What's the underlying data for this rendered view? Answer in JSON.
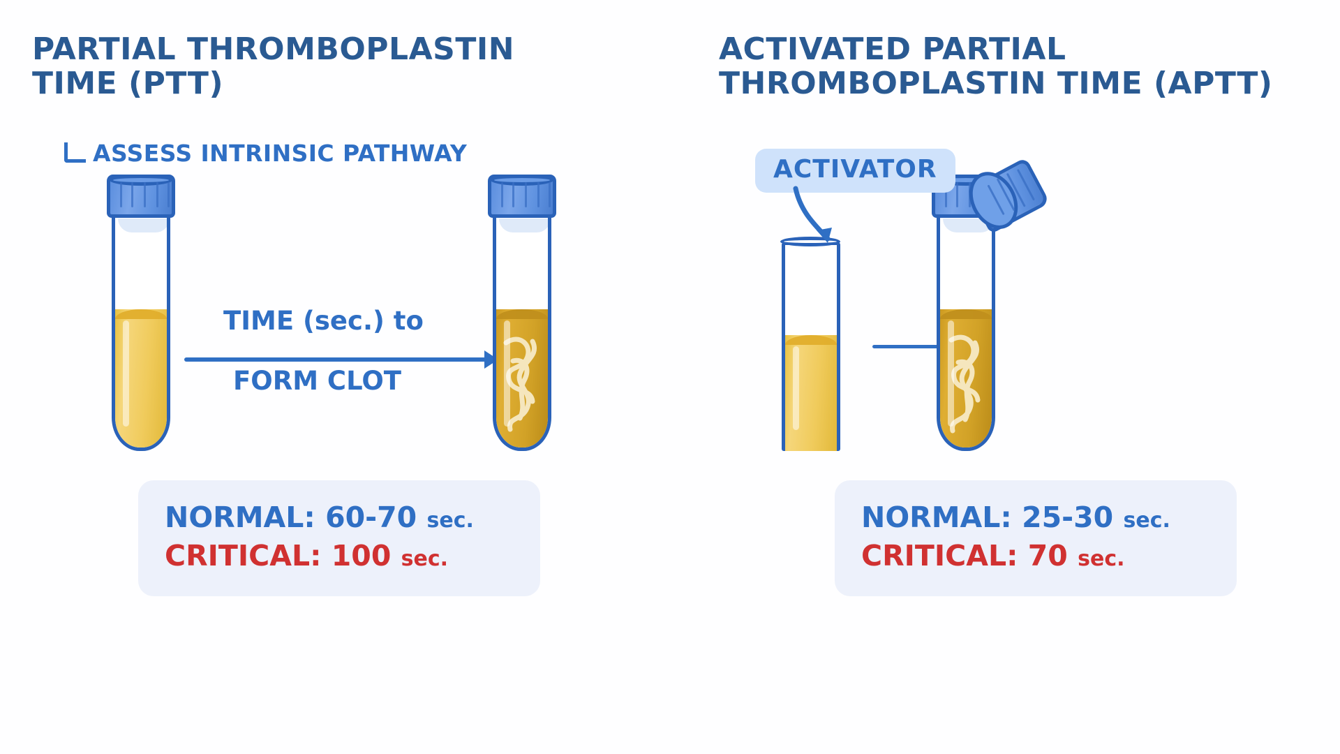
{
  "page": {
    "background": "#fefeff",
    "accent_blue": "#2a5a92",
    "line_blue": "#2f6fc4",
    "tube_outline": "#2a62b8",
    "cap_blue": "#5b8ede",
    "plasma_yellow": "#f0cb5c",
    "clot_amber": "#d2a227",
    "critical_red": "#d03131",
    "badge_bg": "#cfe2fb",
    "info_bg": "#edf1fb"
  },
  "panels": [
    {
      "id": "ptt",
      "title": "PARTIAL THROMBOPLASTIN\nTIME (PTT)",
      "subtitle": "ASSESS INTRINSIC PATHWAY",
      "subtitle_glyph": "corner-bracket",
      "arrow_label_top": "TIME (sec.) to",
      "arrow_label_bottom": "FORM CLOT",
      "tube_left": {
        "state": "capped",
        "contents": "plasma",
        "fill_label": "plasma"
      },
      "tube_right": {
        "state": "capped",
        "contents": "clot",
        "fill_label": "clotted plasma"
      },
      "info": {
        "normal_label": "NORMAL:",
        "normal_value": "60-70",
        "normal_unit": "sec.",
        "critical_label": "CRITICAL:",
        "critical_value": "100",
        "critical_unit": "sec."
      }
    },
    {
      "id": "aptt",
      "title": "ACTIVATED PARTIAL\nTHROMBOPLASTIN TIME (aPTT)",
      "badge_label": "ACTIVATOR",
      "tube_left": {
        "state": "open",
        "contents": "plasma",
        "fill_label": "plasma"
      },
      "tube_right": {
        "state": "capped",
        "contents": "clot",
        "fill_label": "clotted plasma"
      },
      "loose_cap": "tube-cap-removed",
      "info": {
        "normal_label": "NORMAL:",
        "normal_value": "25-30",
        "normal_unit": "sec.",
        "critical_label": "CRITICAL:",
        "critical_value": "70",
        "critical_unit": "sec."
      }
    }
  ]
}
